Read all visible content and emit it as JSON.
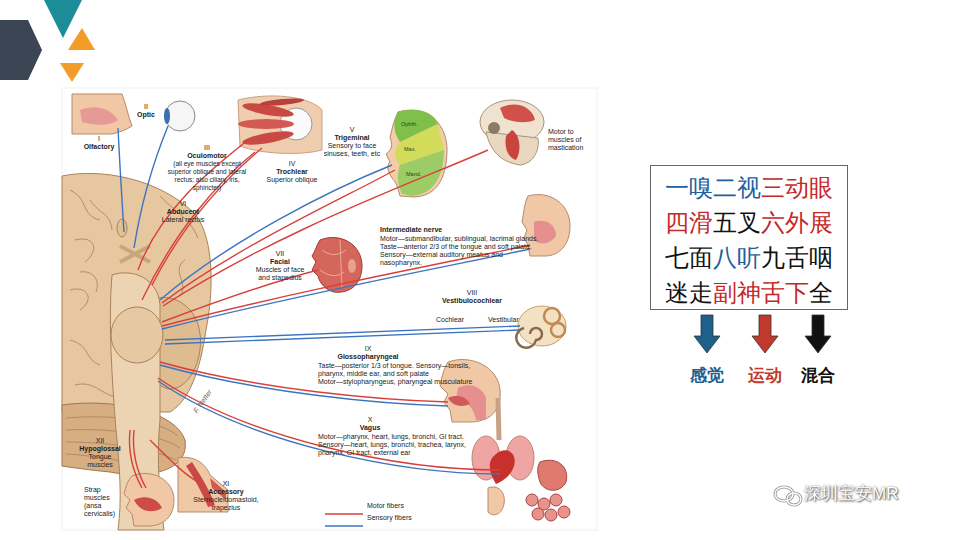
{
  "diagram": {
    "nodes": [
      {
        "text": [
          "一嗅",
          "二视",
          "三动眼",
          "四滑",
          "五叉",
          "六外展",
          "七面",
          "八听",
          "九舌咽",
          "迷走",
          "副神",
          "舌下",
          "全"
        ]
      }
    ],
    "labels": [
      "I",
      "Olfactory",
      "II",
      "Optic",
      "III",
      "Oculomotor",
      "(all eye muscles except superior oblique and lateral rectus; also ciliary, iris, sphincter)",
      "IV",
      "Trochlear",
      "Superior oblique",
      "VI",
      "Abducent",
      "Lateral rectus",
      "V",
      "Trigeminal",
      "Sensory to face sinuses, teeth, etc",
      "Ophth.",
      "Max.",
      "Mand.",
      "Motor to muscles of mastication",
      "Intermediate nerve",
      "Motor—submandibular, sublingual, lacrimal glands. Taste—anterior 2/3 of the tongue and soft palate. Sensory—external auditory meatus and nasopharynx.",
      "VII",
      "Facial",
      "Muscles of face and stapedius",
      "VIII",
      "Vestibulocochlear",
      "Cochlear",
      "Vestibular",
      "IX",
      "Glossopharyngeal",
      "Taste—posterior 1/3 of tongue. Sensory—tonsils, pharynx, middle ear, and soft palate",
      "Motor—stylopharyngeus, pharyngeal musculature",
      "X",
      "Vagus",
      "Motor—pharynx, heart, lungs, bronchi, GI tract. Sensory—heart, lungs, bronchi, trachea, larynx, pharynx, GI tract, external ear",
      "XII",
      "Hypoglossal",
      "Tongue muscles",
      "Strap muscles (ansa cervicalis)",
      "XI",
      "Accessory",
      "Sternocleidomastoid, trapezius",
      "F. Netter",
      "深圳宝安MR"
    ],
    "legend": [
      {
        "text": "Motor fibers"
      },
      {
        "text": "Sensory fibers"
      },
      {
        "text": "感觉",
        "color": "#1f5f8b"
      },
      {
        "text": "运动",
        "color": "#c0392b"
      },
      {
        "text": "混合",
        "color": "#111111"
      }
    ]
  }
}
